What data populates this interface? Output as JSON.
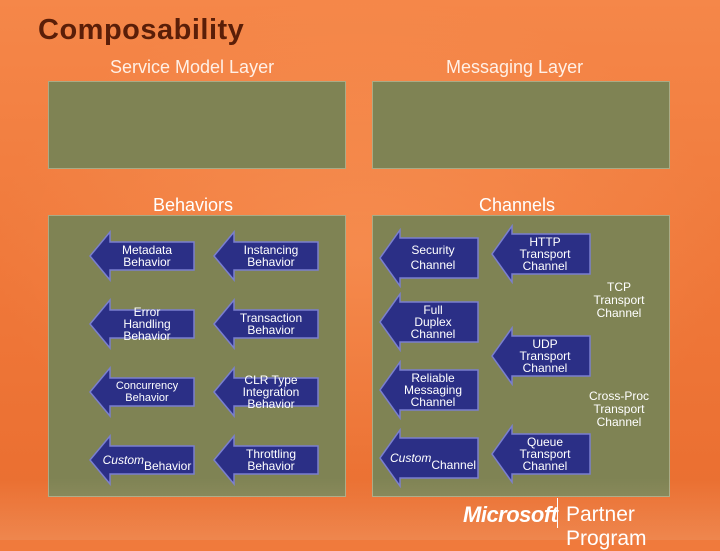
{
  "title": "Composability",
  "service_model": {
    "heading": "Service Model Layer",
    "section": "Behaviors",
    "behaviors": [
      {
        "label": "Metadata\nBehavior",
        "italic_word": false
      },
      {
        "label": "Instancing\nBehavior",
        "italic_word": false
      },
      {
        "label": "Error\nHandling\nBehavior",
        "italic_word": false
      },
      {
        "label": "Transaction\nBehavior",
        "italic_word": false
      },
      {
        "label": "Concurrency\nBehavior",
        "italic_word": false
      },
      {
        "label": "CLR Type\nIntegration\nBehavior",
        "italic_word": false
      },
      {
        "label": "Custom\nBehavior",
        "italic_word": true
      },
      {
        "label": "Throttling\nBehavior",
        "italic_word": false
      }
    ]
  },
  "messaging": {
    "heading": "Messaging Layer",
    "section": "Channels",
    "left_channels": [
      {
        "label": "Security\nChannel"
      },
      {
        "label": "Full\nDuplex\nChannel"
      },
      {
        "label": "Reliable\nMessaging\nChannel"
      },
      {
        "label": "Custom\nChannel"
      }
    ],
    "right_channels": [
      {
        "label": "HTTP\nTransport\nChannel"
      },
      {
        "label": "UDP\nTransport\nChannel"
      },
      {
        "label": "Queue\nTransport\nChannel"
      }
    ],
    "free_channels": [
      {
        "label": "TCP\nTransport\nChannel"
      },
      {
        "label": "Cross-Proc\nTransport\nChannel"
      }
    ]
  },
  "footer": {
    "logo": "Microsoft",
    "program": "Partner Program"
  },
  "colors": {
    "background": "#f07a3c",
    "panel": "#7f8354",
    "arrow_fill": "#2b2f86",
    "arrow_light": "#7a7fcf"
  }
}
